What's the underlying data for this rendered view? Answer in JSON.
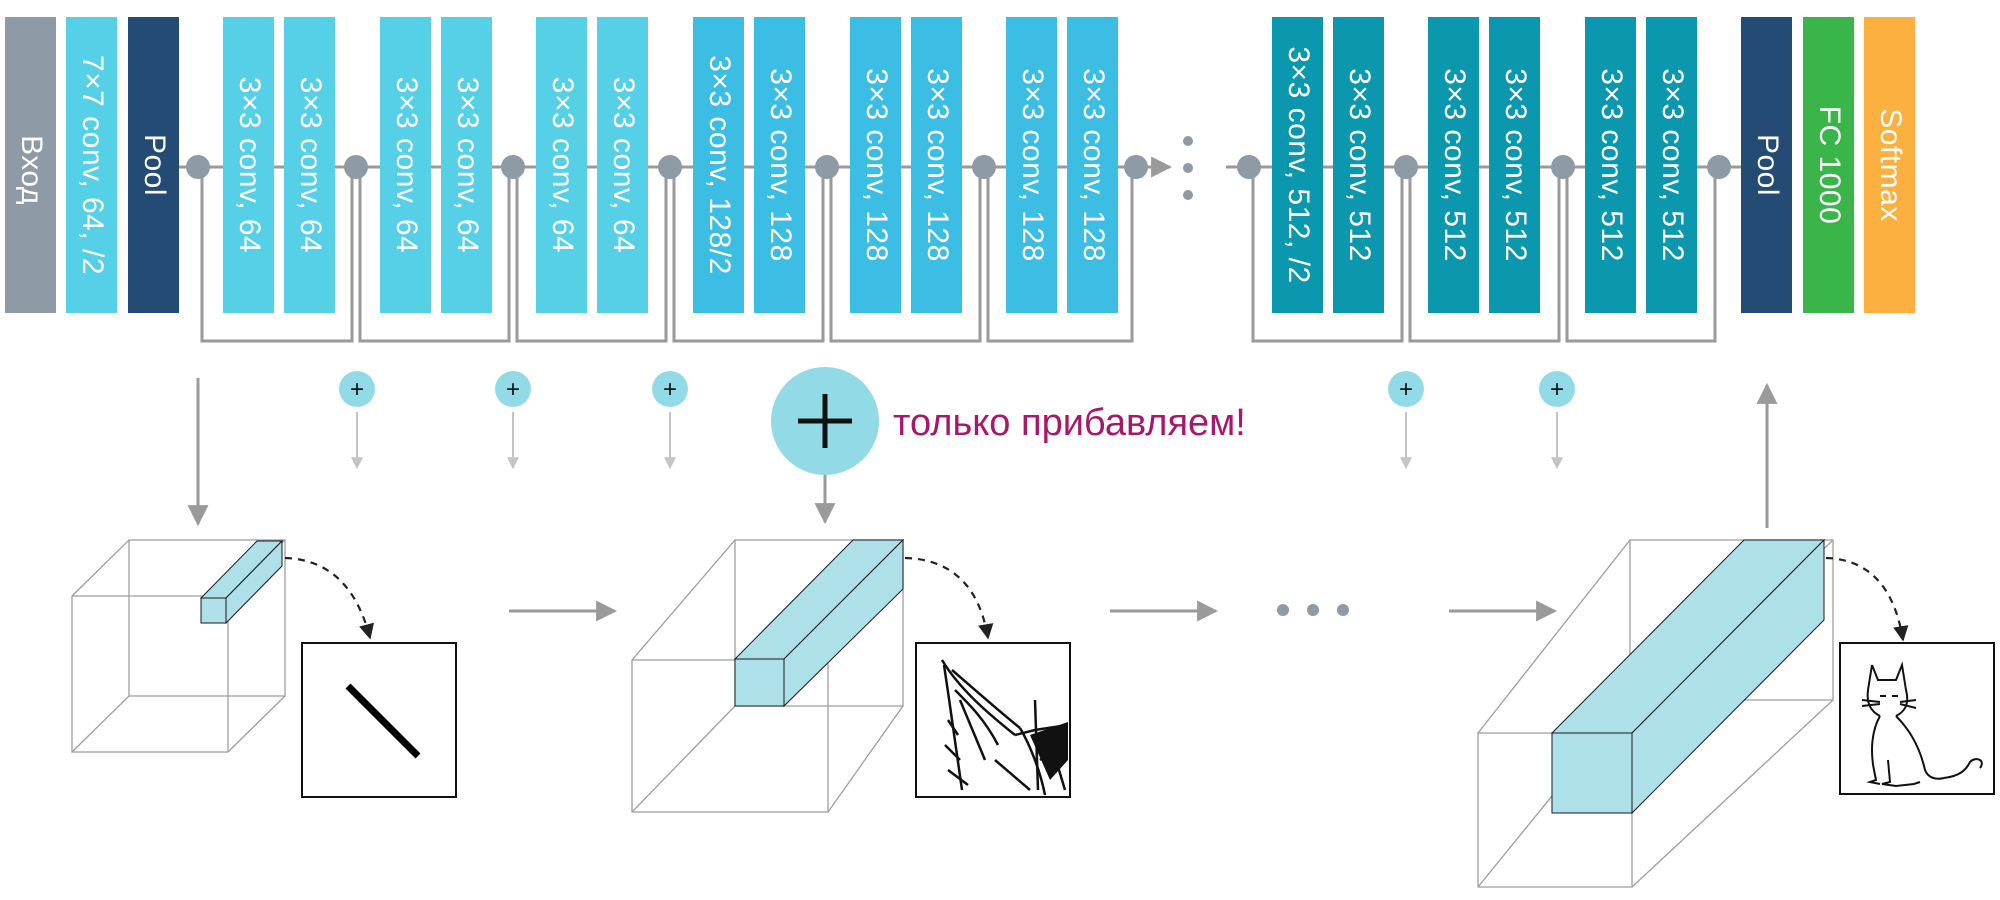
{
  "blocks": [
    {
      "label": "Вход",
      "kind": "input"
    },
    {
      "label": "7×7 conv, 64, /2",
      "kind": "conv64"
    },
    {
      "label": "Pool",
      "kind": "pool"
    },
    {
      "label": "3×3 conv, 64",
      "kind": "conv64"
    },
    {
      "label": "3×3 conv, 64",
      "kind": "conv64"
    },
    {
      "label": "3×3 conv, 64",
      "kind": "conv64"
    },
    {
      "label": "3×3 conv, 64",
      "kind": "conv64"
    },
    {
      "label": "3×3 conv, 64",
      "kind": "conv64"
    },
    {
      "label": "3×3 conv, 64",
      "kind": "conv64"
    },
    {
      "label": "3×3 conv, 128/2",
      "kind": "conv128"
    },
    {
      "label": "3×3 conv, 128",
      "kind": "conv128"
    },
    {
      "label": "3×3 conv, 128",
      "kind": "conv128"
    },
    {
      "label": "3×3 conv, 128",
      "kind": "conv128"
    },
    {
      "label": "3×3 conv, 128",
      "kind": "conv128"
    },
    {
      "label": "3×3 conv, 128",
      "kind": "conv128"
    },
    {
      "label": "3×3 conv, 512, /2",
      "kind": "conv512"
    },
    {
      "label": "3×3 conv, 512",
      "kind": "conv512"
    },
    {
      "label": "3×3 conv, 512",
      "kind": "conv512"
    },
    {
      "label": "3×3 conv, 512",
      "kind": "conv512"
    },
    {
      "label": "3×3 conv, 512",
      "kind": "conv512"
    },
    {
      "label": "3×3 conv, 512",
      "kind": "conv512"
    },
    {
      "label": "Pool",
      "kind": "pool"
    },
    {
      "label": "FC 1000",
      "kind": "fc"
    },
    {
      "label": "Softmax",
      "kind": "softmax"
    }
  ],
  "caption": "только прибавляем!",
  "plus_symbol": "+",
  "colors": {
    "input": "#8e9ba6",
    "conv64": "#55d0e6",
    "conv128": "#3cbde4",
    "conv512": "#0b97ad",
    "pool": "#234b73",
    "fc": "#3ab54a",
    "softmax": "#fbb040",
    "line": "#9a9a9a",
    "node": "#8e9aa5",
    "plus_circle": "#92dbe6",
    "feature": "#aee0ea",
    "caption": "#a8176b"
  },
  "icons": [
    "plus-icon",
    "diagonal-edge-icon",
    "cat-ear-sketch-icon",
    "cat-sketch-icon",
    "ellipsis-icon"
  ]
}
